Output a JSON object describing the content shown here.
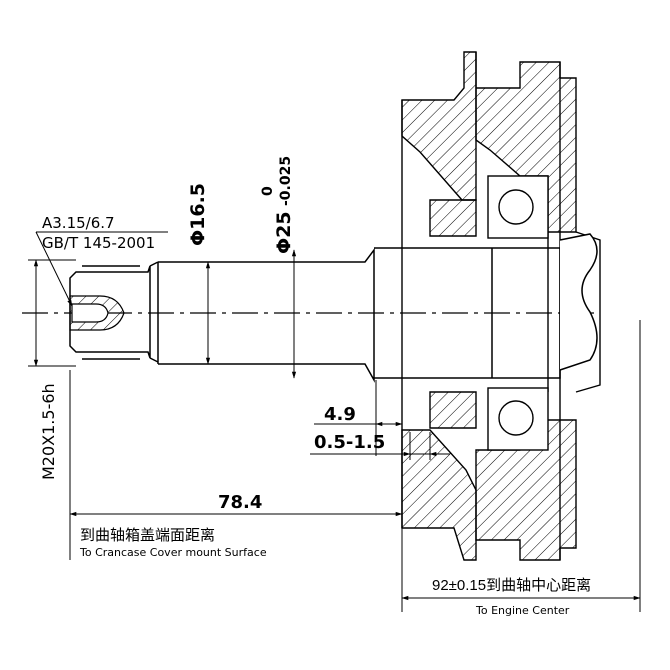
{
  "dimensions": {
    "thread": "M20X1.5-6h",
    "center_hole_spec": "A3.15/6.7",
    "center_hole_standard": "GB/T 145-2001",
    "dia_small": "Φ16.5",
    "dia_main_prefix": "Φ25",
    "tol_upper": "0",
    "tol_lower": "-0.025",
    "len_49": "4.9",
    "len_range": "0.5-1.5",
    "len_784": "78.4",
    "to_engine_center": "92±0.15到曲轴中心距离"
  },
  "labels": {
    "crankcase_cn": "到曲轴箱盖端面距离",
    "crankcase_en": "To Crancase Cover mount Surface",
    "engine_center_en": "To Engine Center"
  }
}
